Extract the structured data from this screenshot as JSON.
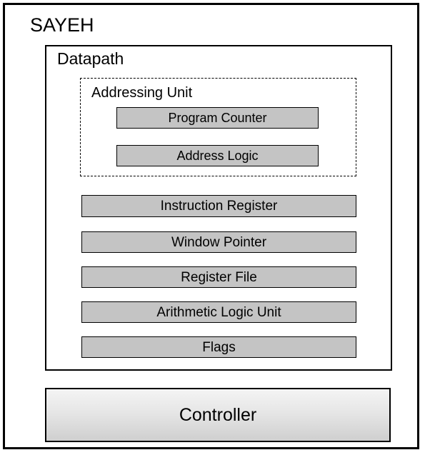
{
  "system": {
    "title": "SAYEH"
  },
  "datapath": {
    "title": "Datapath",
    "addressing_unit": {
      "title": "Addressing Unit",
      "components": [
        "Program Counter",
        "Address Logic"
      ]
    },
    "components": [
      "Instruction Register",
      "Window Pointer",
      "Register File",
      "Arithmetic Logic Unit",
      "Flags"
    ]
  },
  "controller": {
    "label": "Controller"
  },
  "colors": {
    "block_fill": "#c4c4c4",
    "border": "#000000",
    "background": "#ffffff"
  }
}
